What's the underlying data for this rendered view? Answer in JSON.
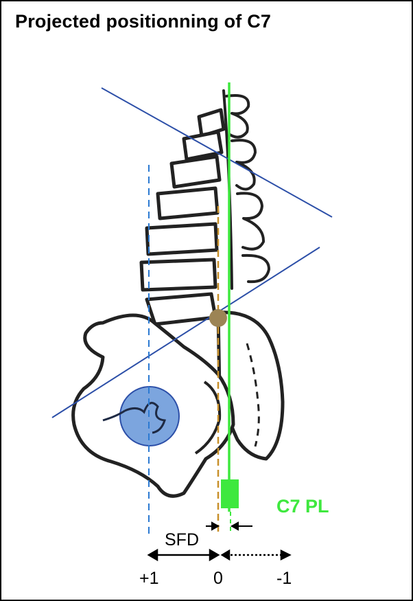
{
  "figure": {
    "title": "Projected positionning of C7",
    "labels": {
      "c7_line": "C7 PL",
      "sfd": "SFD",
      "scale_plus": "+1",
      "scale_zero": "0",
      "scale_minus": "-1"
    },
    "colors": {
      "c7_plumb_line": "#3ee83e",
      "femoral_head": "#5b8fd6",
      "reference_lines": "#2c4fa8",
      "sacral_plumb_line": "#c8902a",
      "center_point": "#9c8455",
      "outline": "#222222"
    }
  }
}
